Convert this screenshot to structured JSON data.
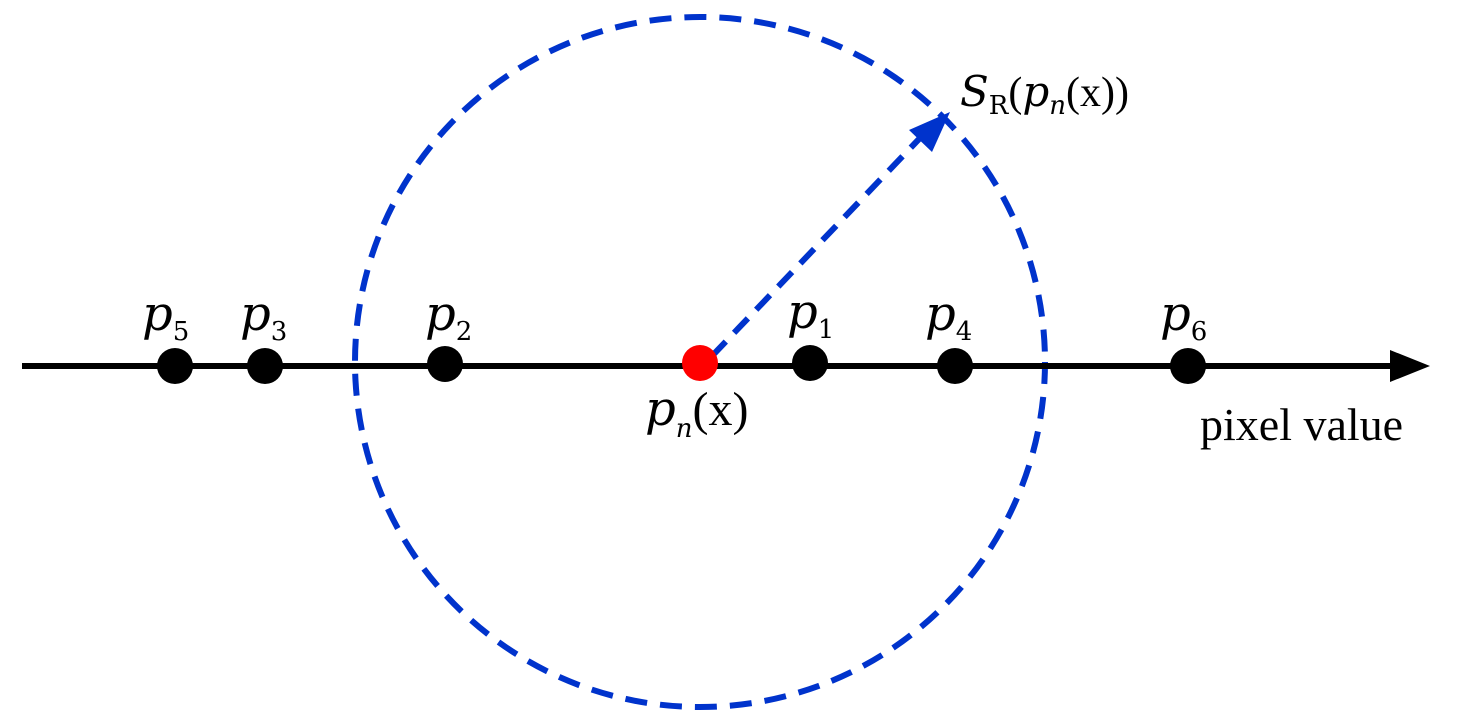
{
  "diagram": {
    "axis": {
      "label": "pixel value"
    },
    "center_point": {
      "symbol": "p",
      "subscript": "n",
      "argument": "(x)",
      "color": "#ff0000"
    },
    "sphere_label": {
      "symbol": "S",
      "subscript": "R",
      "inner_open": "(",
      "inner_symbol": "p",
      "inner_subscript": "n",
      "inner_argument": "(x)",
      "close": ")"
    },
    "circle_color": "#0033cc",
    "points": [
      {
        "symbol": "p",
        "subscript": "5"
      },
      {
        "symbol": "p",
        "subscript": "3"
      },
      {
        "symbol": "p",
        "subscript": "2"
      },
      {
        "symbol": "p",
        "subscript": "1"
      },
      {
        "symbol": "p",
        "subscript": "4"
      },
      {
        "symbol": "p",
        "subscript": "6"
      }
    ]
  }
}
